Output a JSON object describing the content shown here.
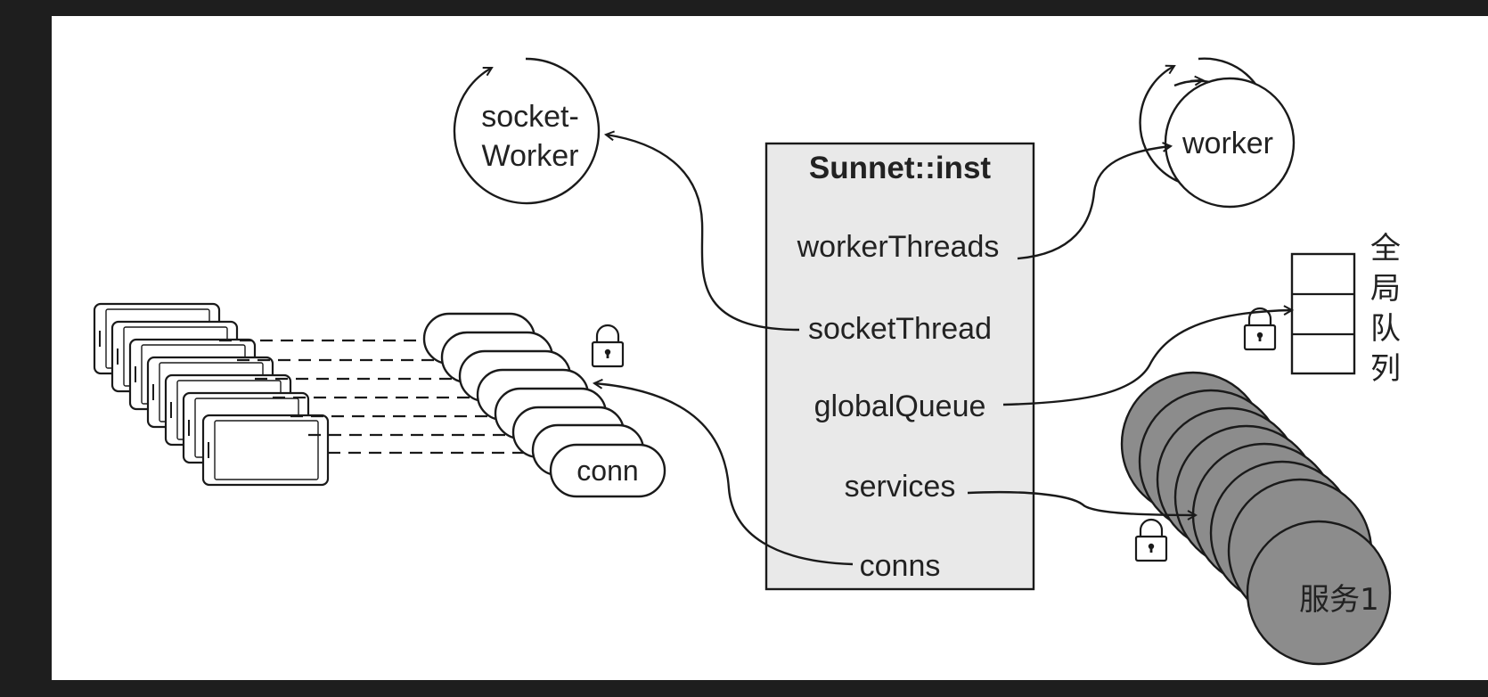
{
  "diagram": {
    "sunnet_box": {
      "title": "Sunnet::inst",
      "members": [
        "workerThreads",
        "socketThread",
        "globalQueue",
        "services",
        "conns"
      ]
    },
    "socket_worker": {
      "label_line1": "socket-",
      "label_line2": "Worker"
    },
    "worker": {
      "label": "worker"
    },
    "global_queue": {
      "label_chars": [
        "全",
        "局",
        "队",
        "列"
      ]
    },
    "service": {
      "label": "服务1"
    },
    "conn": {
      "label": "conn"
    }
  },
  "colors": {
    "page_background": "#1e1e1e",
    "canvas": "#ffffff",
    "box_fill": "#e9e9e9",
    "service_fill": "#8c8c8c",
    "stroke": "#1a1a1a"
  },
  "icons": [
    "lock-icon",
    "tablet-device-icon"
  ]
}
